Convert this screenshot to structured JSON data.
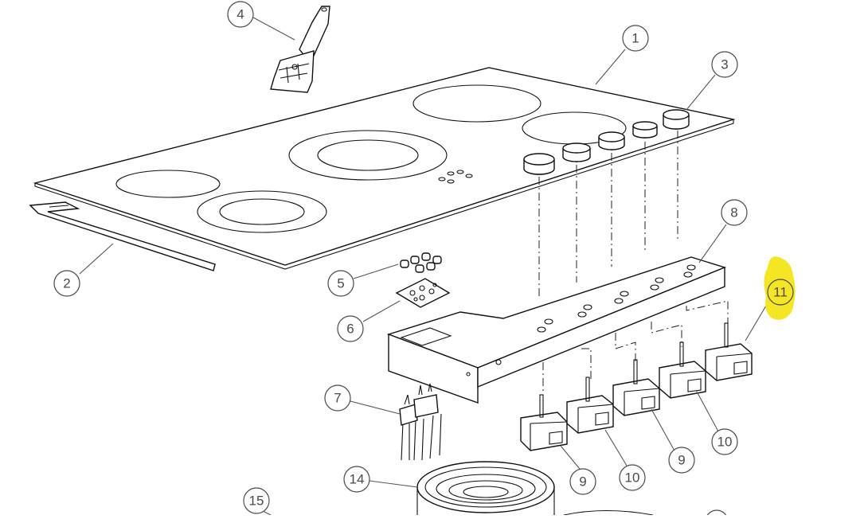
{
  "diagram": {
    "highlight_color": "#f5e625",
    "callouts": [
      {
        "id": "c1",
        "label": "1",
        "part": "ceramic-glass-cooktop"
      },
      {
        "id": "c2",
        "label": "2",
        "part": "cooktop-seal-gasket"
      },
      {
        "id": "c3",
        "label": "3",
        "part": "control-knob"
      },
      {
        "id": "c4",
        "label": "4",
        "part": "scraper-tool"
      },
      {
        "id": "c5",
        "label": "5",
        "part": "terminal-connectors"
      },
      {
        "id": "c6",
        "label": "6",
        "part": "terminal-block"
      },
      {
        "id": "c7",
        "label": "7",
        "part": "wiring-connector"
      },
      {
        "id": "c8",
        "label": "8",
        "part": "control-panel-bracket"
      },
      {
        "id": "c9a",
        "label": "9",
        "part": "energy-regulator"
      },
      {
        "id": "c9b",
        "label": "9",
        "part": "energy-regulator"
      },
      {
        "id": "c10a",
        "label": "10",
        "part": "energy-regulator"
      },
      {
        "id": "c10b",
        "label": "10",
        "part": "energy-regulator"
      },
      {
        "id": "c11",
        "label": "11",
        "part": "energy-regulator",
        "highlighted": true
      },
      {
        "id": "c14",
        "label": "14",
        "part": "radiant-heating-element"
      },
      {
        "id": "c15",
        "label": "15",
        "part": "heating-element"
      }
    ]
  }
}
